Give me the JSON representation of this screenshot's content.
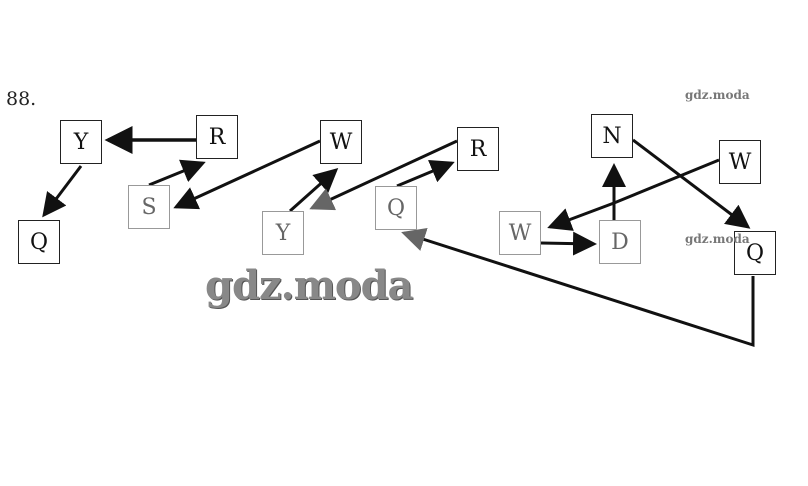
{
  "problem_number": "88.",
  "nodes": {
    "y1": "Y",
    "r1": "R",
    "q1": "Q",
    "s": "S",
    "w1": "W",
    "y2": "Y",
    "r2": "R",
    "q2": "Q",
    "w2": "W",
    "d": "D",
    "n": "N",
    "w3": "W",
    "q3": "Q"
  },
  "edges": [
    [
      "r1",
      "y1"
    ],
    [
      "y1",
      "q1"
    ],
    [
      "s",
      "r1"
    ],
    [
      "w1",
      "s"
    ],
    [
      "y2",
      "w1"
    ],
    [
      "r2",
      "y2"
    ],
    [
      "q2",
      "r2"
    ],
    [
      "q3",
      "q2"
    ],
    [
      "n",
      "q3"
    ],
    [
      "d",
      "n"
    ],
    [
      "w3",
      "w2"
    ],
    [
      "w2",
      "d"
    ]
  ],
  "watermarks": [
    "gdz.moda",
    "gdz.moda",
    "gdz.moda"
  ]
}
